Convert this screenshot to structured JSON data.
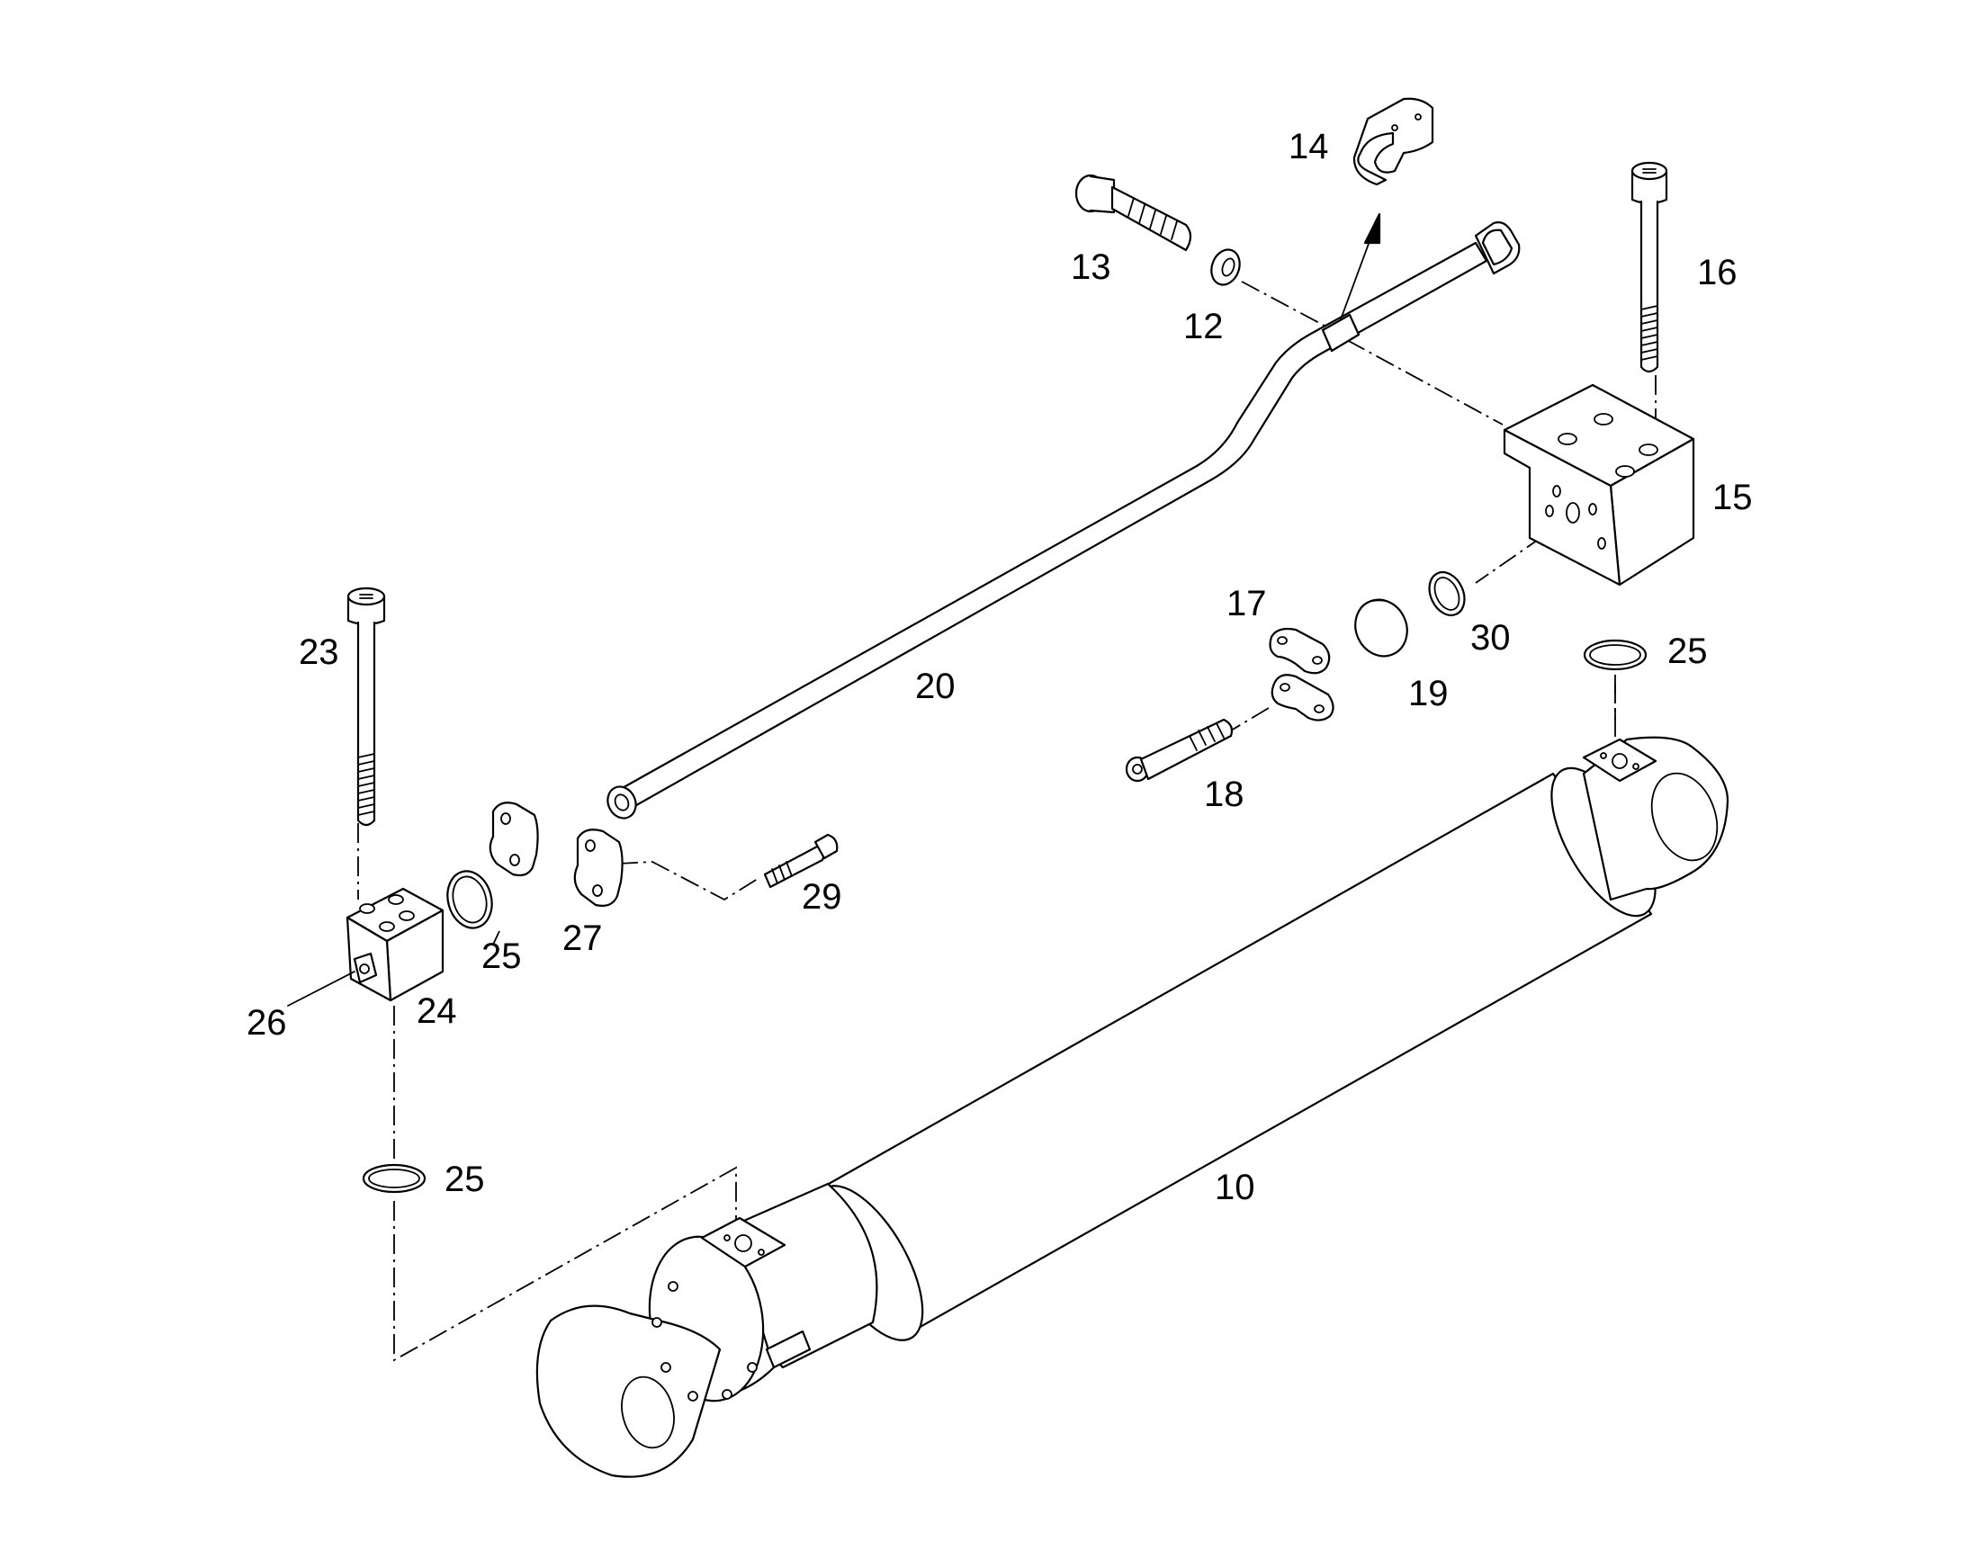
{
  "callouts": {
    "c10": "10",
    "c12": "12",
    "c13": "13",
    "c14": "14",
    "c15": "15",
    "c16": "16",
    "c17": "17",
    "c18": "18",
    "c19": "19",
    "c20": "20",
    "c23": "23",
    "c24": "24",
    "c25a": "25",
    "c25b": "25",
    "c25c": "25",
    "c26": "26",
    "c27": "27",
    "c29": "29",
    "c30": "30"
  },
  "colors": {
    "line": "#000000",
    "background": "#ffffff"
  }
}
